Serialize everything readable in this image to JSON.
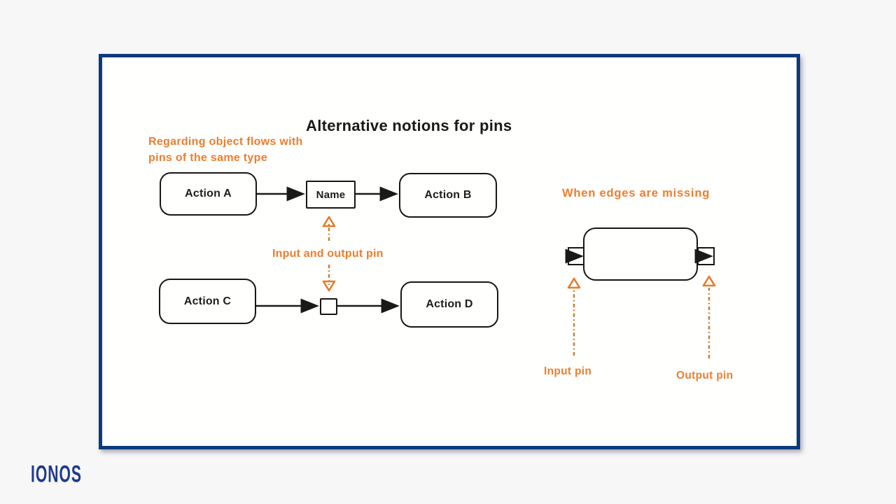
{
  "brand": {
    "logo_text": "IONOS"
  },
  "diagram": {
    "title": "Alternative notions for pins",
    "left": {
      "caption_line1": "Regarding object flows with",
      "caption_line2": "pins of the same type",
      "annotation": "Input and output pin",
      "nodes": {
        "a": "Action A",
        "b": "Action B",
        "c": "Action C",
        "d": "Action D",
        "pin_name": "Name"
      }
    },
    "right": {
      "caption": "When edges are missing",
      "input_pin_label": "Input pin",
      "output_pin_label": "Output pin"
    }
  },
  "colors": {
    "accent_orange": "#ED7D2E",
    "dashed_orange": "#C5823E",
    "arrowhead_orange": "#E87A28",
    "frame_blue": "#0D3A7D",
    "logo_blue": "#1E3A8C",
    "shape_black": "#1A1A1A",
    "page_background": "#F7F7F8",
    "frame_background": "#FFFFFD"
  }
}
